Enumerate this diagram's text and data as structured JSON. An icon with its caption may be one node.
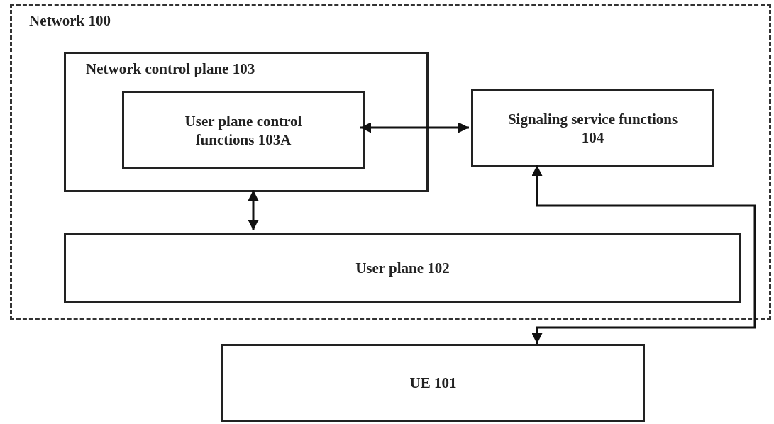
{
  "diagram": {
    "nodes": [
      {
        "text": [
          "Network 100"
        ]
      },
      {
        "text": [
          "Network control plane 103"
        ],
        "in": 0
      },
      {
        "text": [
          "User plane control functions 103A"
        ],
        "in": 1
      },
      {
        "text": [
          "Signaling service functions 104"
        ],
        "in": 0
      },
      {
        "text": [
          "User plane 102"
        ],
        "in": 0
      },
      {
        "text": [
          "UE 101"
        ]
      }
    ],
    "edges": [
      {
        "from": 2,
        "to": 3,
        "arrow": "both"
      },
      {
        "from": 1,
        "to": 4,
        "arrow": "both"
      },
      {
        "from": 3,
        "to": 5,
        "arrow": "both"
      }
    ]
  }
}
